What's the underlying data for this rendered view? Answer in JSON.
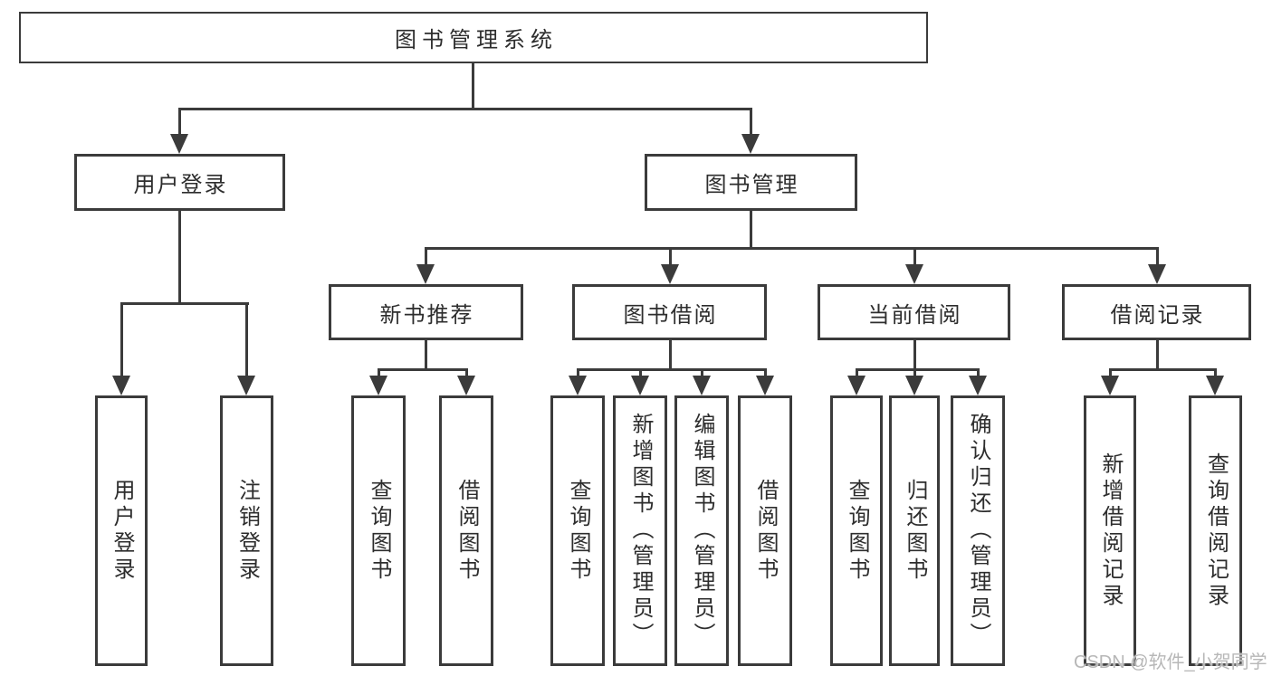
{
  "diagram_type": "functional-structure-tree",
  "colors": {
    "line": "#3b3b3b",
    "text": "#2d2d2d",
    "background": "#ffffff",
    "watermark": "#b7b7b7"
  },
  "tree": {
    "label": "图书管理系统",
    "children": [
      {
        "label": "用户登录",
        "children": [
          {
            "label": "用户登录"
          },
          {
            "label": "注销登录"
          }
        ]
      },
      {
        "label": "图书管理",
        "children": [
          {
            "label": "新书推荐",
            "children": [
              {
                "label": "查询图书"
              },
              {
                "label": "借阅图书"
              }
            ]
          },
          {
            "label": "图书借阅",
            "children": [
              {
                "label": "查询图书"
              },
              {
                "label": "新增图书（管理员）"
              },
              {
                "label": "编辑图书（管理员）"
              },
              {
                "label": "借阅图书"
              }
            ]
          },
          {
            "label": "当前借阅",
            "children": [
              {
                "label": "查询图书"
              },
              {
                "label": "归还图书"
              },
              {
                "label": "确认归还（管理员）"
              }
            ]
          },
          {
            "label": "借阅记录",
            "children": [
              {
                "label": "新增借阅记录"
              },
              {
                "label": "查询借阅记录"
              }
            ]
          }
        ]
      }
    ]
  },
  "watermark": {
    "text": "CSDN @软件_小贺同学"
  }
}
